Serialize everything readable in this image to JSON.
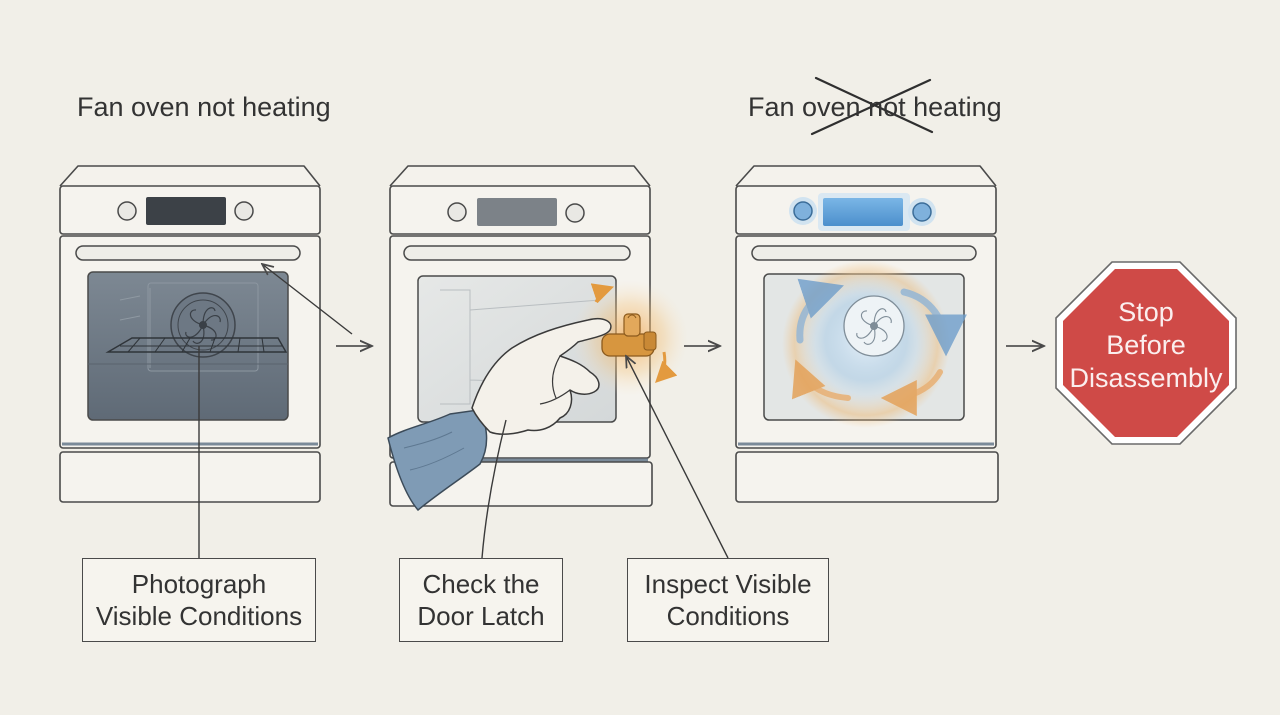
{
  "headings": {
    "left": "Fan oven not heating",
    "right": "Fan oven not heating"
  },
  "steps": [
    {
      "line1": "Photograph",
      "line2": "Visible Conditions"
    },
    {
      "line1": "Check the",
      "line2": "Door Latch"
    },
    {
      "line1": "Inspect Visible",
      "line2": "Conditions"
    }
  ],
  "stop_sign": {
    "line1": "Stop",
    "line2": "Before",
    "line3": "Disassembly",
    "color": "#cf4a47"
  },
  "icons": [
    "oven-icon",
    "fan-icon",
    "hand-icon",
    "door-latch-icon",
    "airflow-arrows-icon",
    "flow-arrow-icon",
    "stop-sign-icon",
    "cross-out-icon"
  ],
  "colors": {
    "background": "#f1efe8",
    "line": "#4a4a4a",
    "warm_accent": "#e8a14a",
    "cool_accent": "#7fb6e0",
    "window_dark": "#6f7a86",
    "stop_red": "#cf4a47"
  }
}
